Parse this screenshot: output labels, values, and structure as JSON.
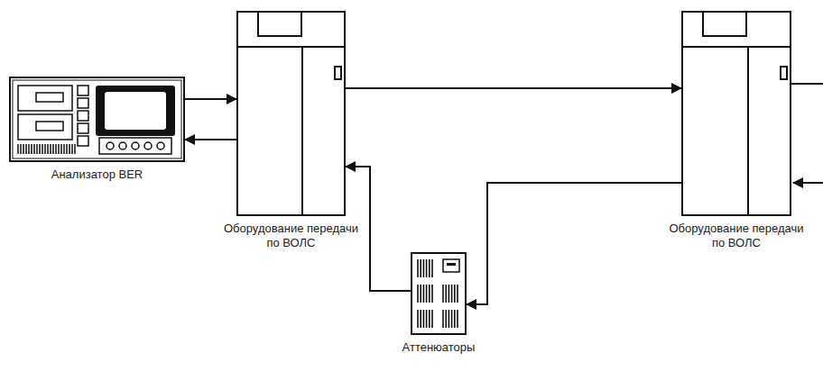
{
  "diagram": {
    "nodes": [
      {
        "text": [
          "Анализатор BER"
        ]
      },
      {
        "text": [
          "Оборудование передачи по ВОЛС"
        ]
      },
      {
        "text": [
          "Оборудование передачи по ВОЛС"
        ]
      },
      {
        "text": [
          "Аттенюаторы"
        ]
      }
    ],
    "edges": [
      {
        "from": 0,
        "to": 1,
        "arrow": "to"
      },
      {
        "from": 1,
        "to": 0,
        "arrow": "to"
      },
      {
        "from": 1,
        "to": 2,
        "arrow": "to"
      },
      {
        "from": 2,
        "to": 3,
        "arrow": "to"
      },
      {
        "from": 3,
        "to": 1,
        "arrow": "to"
      }
    ]
  }
}
